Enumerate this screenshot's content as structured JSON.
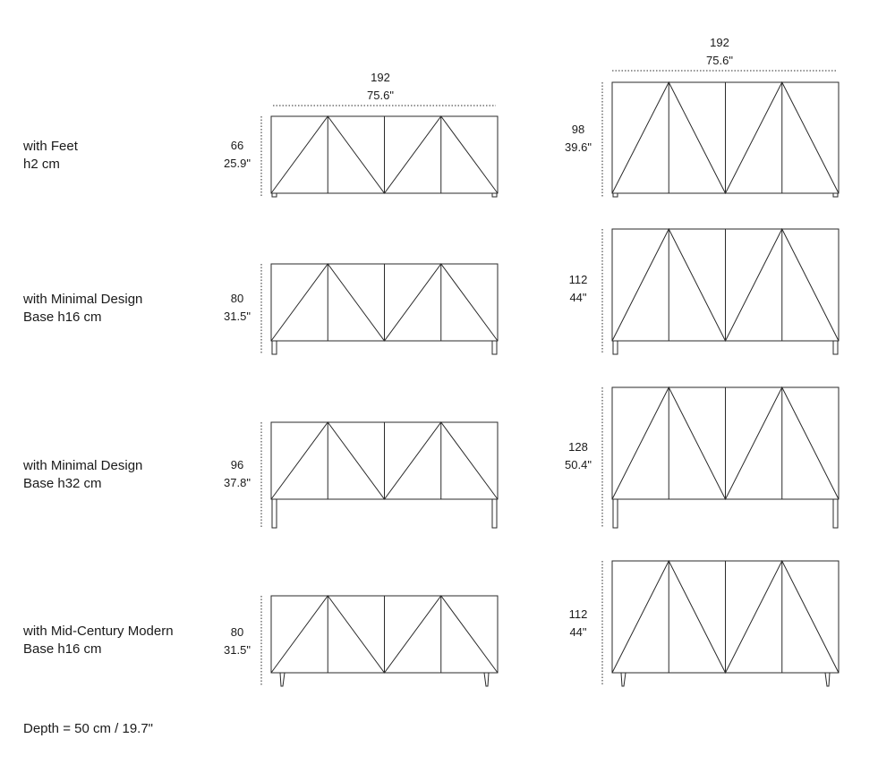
{
  "rows": [
    {
      "label_1": "with Feet",
      "label_2": "h2 cm",
      "base": "feet",
      "left_height": {
        "cm": "66",
        "in": "25.9\""
      },
      "right_height": {
        "cm": "98",
        "in": "39.6\""
      }
    },
    {
      "label_1": "with Minimal Design",
      "label_2": "Base h16 cm",
      "base": "minimal",
      "left_height": {
        "cm": "80",
        "in": "31.5\""
      },
      "right_height": {
        "cm": "112",
        "in": "44\""
      }
    },
    {
      "label_1": "with Minimal Design",
      "label_2": "Base h32 cm",
      "base": "minimal",
      "left_height": {
        "cm": "96",
        "in": "37.8\""
      },
      "right_height": {
        "cm": "128",
        "in": "50.4\""
      }
    },
    {
      "label_1": "with Mid-Century Modern",
      "label_2": "Base h16 cm",
      "base": "midcentury",
      "left_height": {
        "cm": "80",
        "in": "31.5\""
      },
      "right_height": {
        "cm": "112",
        "in": "44\""
      }
    }
  ],
  "widths": {
    "left": {
      "cm": "192",
      "in": "75.6\""
    },
    "right": {
      "cm": "192",
      "in": "75.6\""
    }
  },
  "depth_note": "Depth = 50 cm / 19.7\"",
  "colors": {
    "line": "#2a2a2a",
    "text": "#1a1a1a"
  }
}
